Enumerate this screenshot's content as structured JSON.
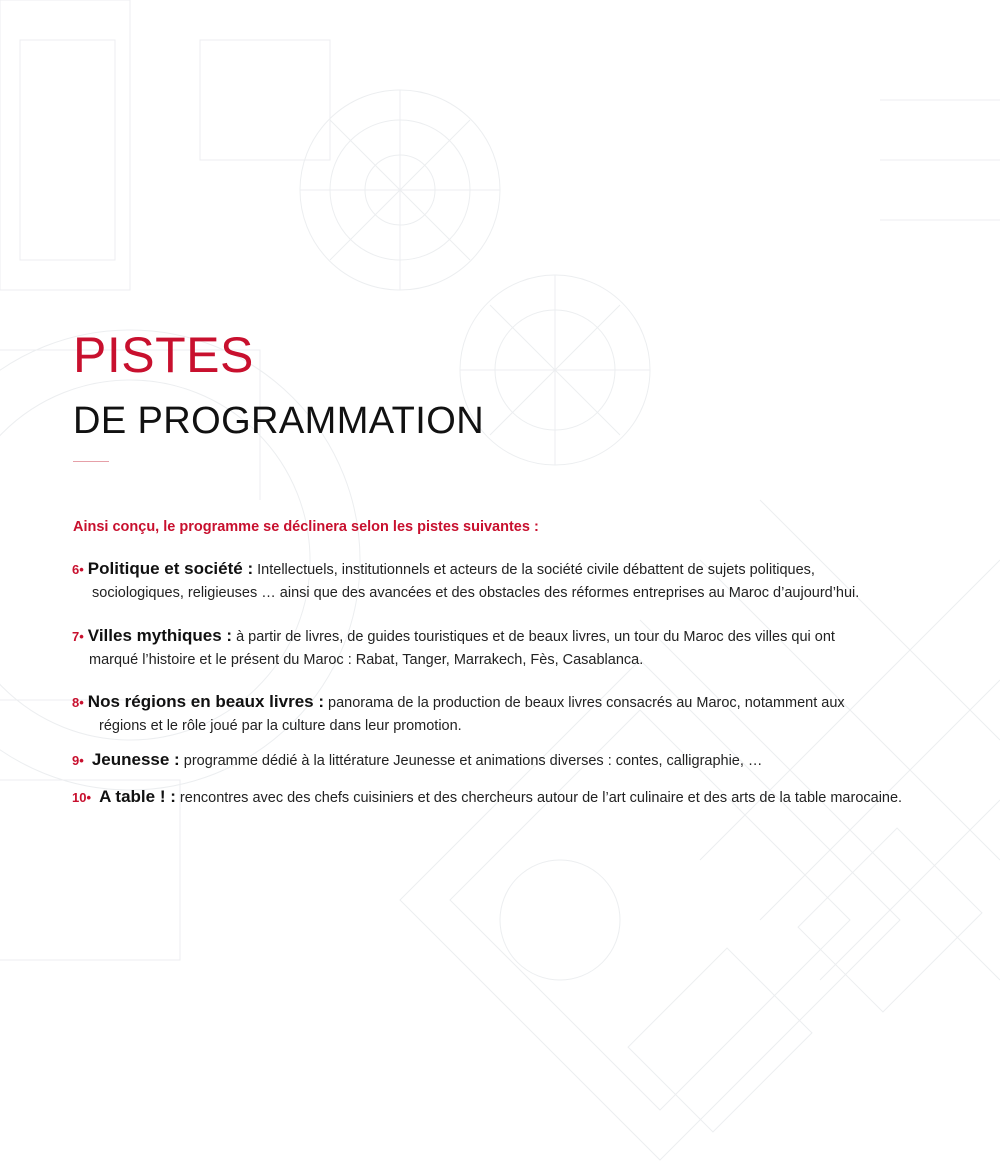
{
  "header": {
    "title_line1": "PISTES",
    "title_line2": "DE PROGRAMMATION"
  },
  "intro": "Ainsi conçu, le programme se déclinera selon les pistes suivantes :",
  "tracks": [
    {
      "number": "6",
      "name": "Politique et société :",
      "desc_line1": "Intellectuels, institutionnels et acteurs de la société civile débattent de sujets politiques,",
      "desc_line2": "sociologiques, religieuses … ainsi que des avancées et des obstacles des réformes entreprises au Maroc d’aujourd’hui."
    },
    {
      "number": "7",
      "name": "Villes mythiques :",
      "desc_line1": "à partir de livres, de guides touristiques et de beaux livres, un tour du Maroc des villes qui ont",
      "desc_line2": "marqué l’histoire et le présent du Maroc : Rabat, Tanger, Marrakech, Fès, Casablanca."
    },
    {
      "number": "8",
      "name": "Nos régions en beaux livres :",
      "desc_line1": "panorama de la production de beaux livres consacrés au Maroc, notamment aux",
      "desc_line2": "régions et le rôle joué par la culture dans leur promotion."
    },
    {
      "number": "9",
      "name": "Jeunesse :",
      "desc_line1": "programme dédié à la littérature Jeunesse et animations diverses : contes, calligraphie, …"
    },
    {
      "number": "10",
      "name": "A table ! :",
      "desc_line1": "rencontres avec des chefs cuisiniers et des chercheurs autour de l’art culinaire et des arts de la table marocaine."
    }
  ],
  "colors": {
    "accent": "#c8102e",
    "text": "#222222",
    "background_lines": "#eceef0"
  }
}
